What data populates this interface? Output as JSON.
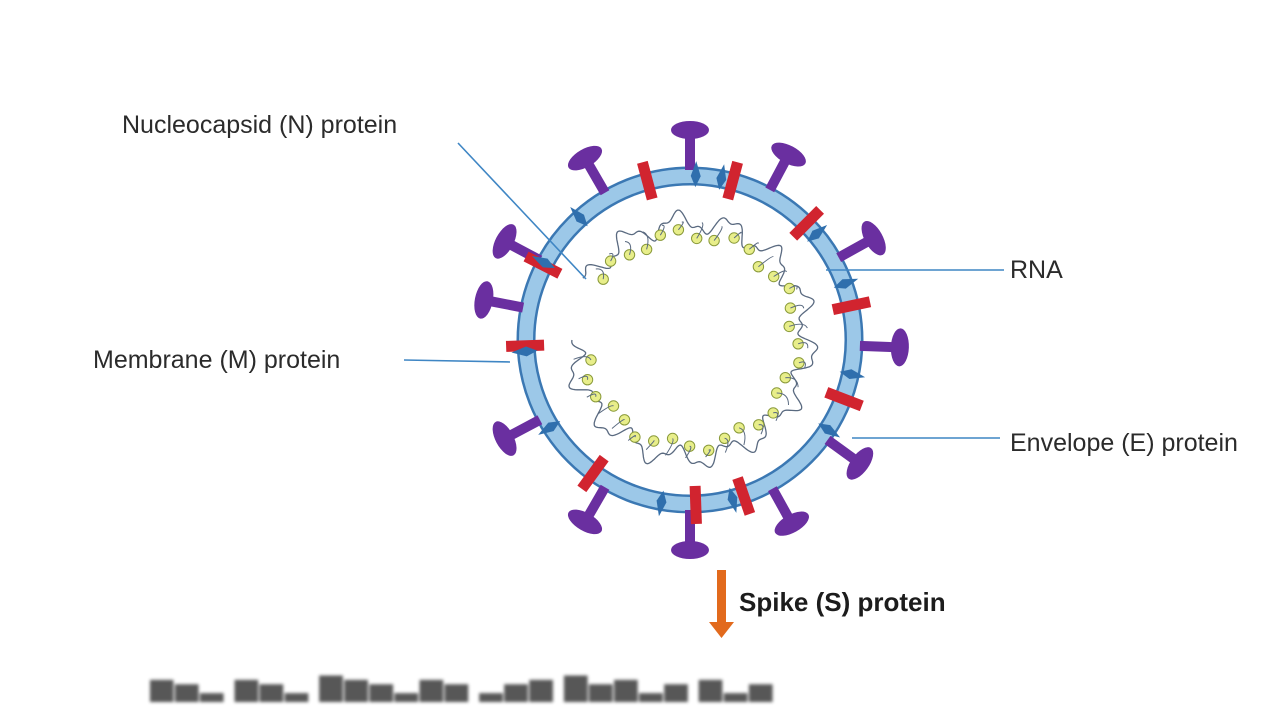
{
  "labels": {
    "nucleocapsid": "Nucleocapsid (N) protein",
    "rna": "RNA",
    "membrane": "Membrane (M) protein",
    "envelope": "Envelope (E) protein",
    "spike": "Spike (S) protein"
  },
  "colors": {
    "membrane_ring": "#9cc8e8",
    "membrane_edge": "#3b78b3",
    "spike": "#6a2fa0",
    "m_protein": "#d1242f",
    "e_protein": "#2f6fad",
    "nucleocapsid": "#e8ee8a",
    "rna": "#5a6a80",
    "leader": "#3f86c4",
    "arrow": "#e26a1d"
  }
}
